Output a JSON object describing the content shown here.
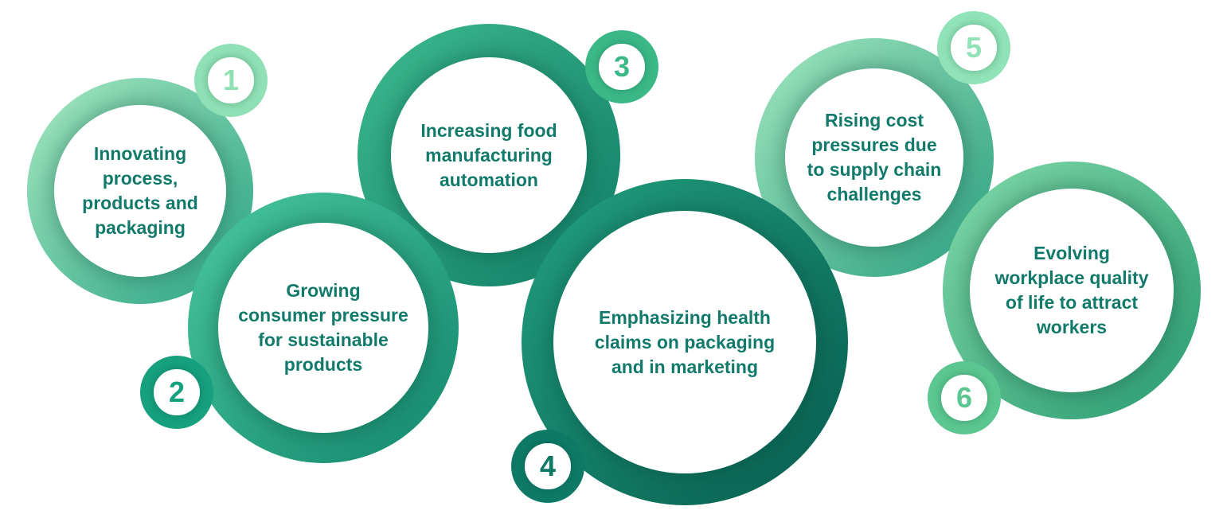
{
  "items": [
    {
      "number": "1",
      "label": "Innovating\nprocess,\nproducts and\npackaging",
      "ring": [
        "#a6e8c2",
        "#2aa383"
      ],
      "badge_color": "#8fe0b4"
    },
    {
      "number": "2",
      "label": "Growing\nconsumer pressure\nfor sustainable\nproducts",
      "ring": [
        "#48c79d",
        "#13876d"
      ],
      "badge_color": "#16a07e"
    },
    {
      "number": "3",
      "label": "Increasing food\nmanufacturing\nautomation",
      "ring": [
        "#3dba8f",
        "#0f7d65"
      ],
      "badge_color": "#3bb888"
    },
    {
      "number": "4",
      "label": "Emphasizing health\nclaims on packaging\nand in marketing",
      "ring": [
        "#22a07f",
        "#075c4e"
      ],
      "badge_color": "#0e7a66"
    },
    {
      "number": "5",
      "label": "Rising cost\npressures due\nto supply chain\nchallenges",
      "ring": [
        "#a0e6c0",
        "#2c9f7f"
      ],
      "badge_color": "#90e3b6"
    },
    {
      "number": "6",
      "label": "Evolving\nworkplace quality\nof life to attract\nworkers",
      "ring": [
        "#80d9a8",
        "#2a9a72"
      ],
      "badge_color": "#5bc68f"
    }
  ],
  "text_color": "#117a6a"
}
